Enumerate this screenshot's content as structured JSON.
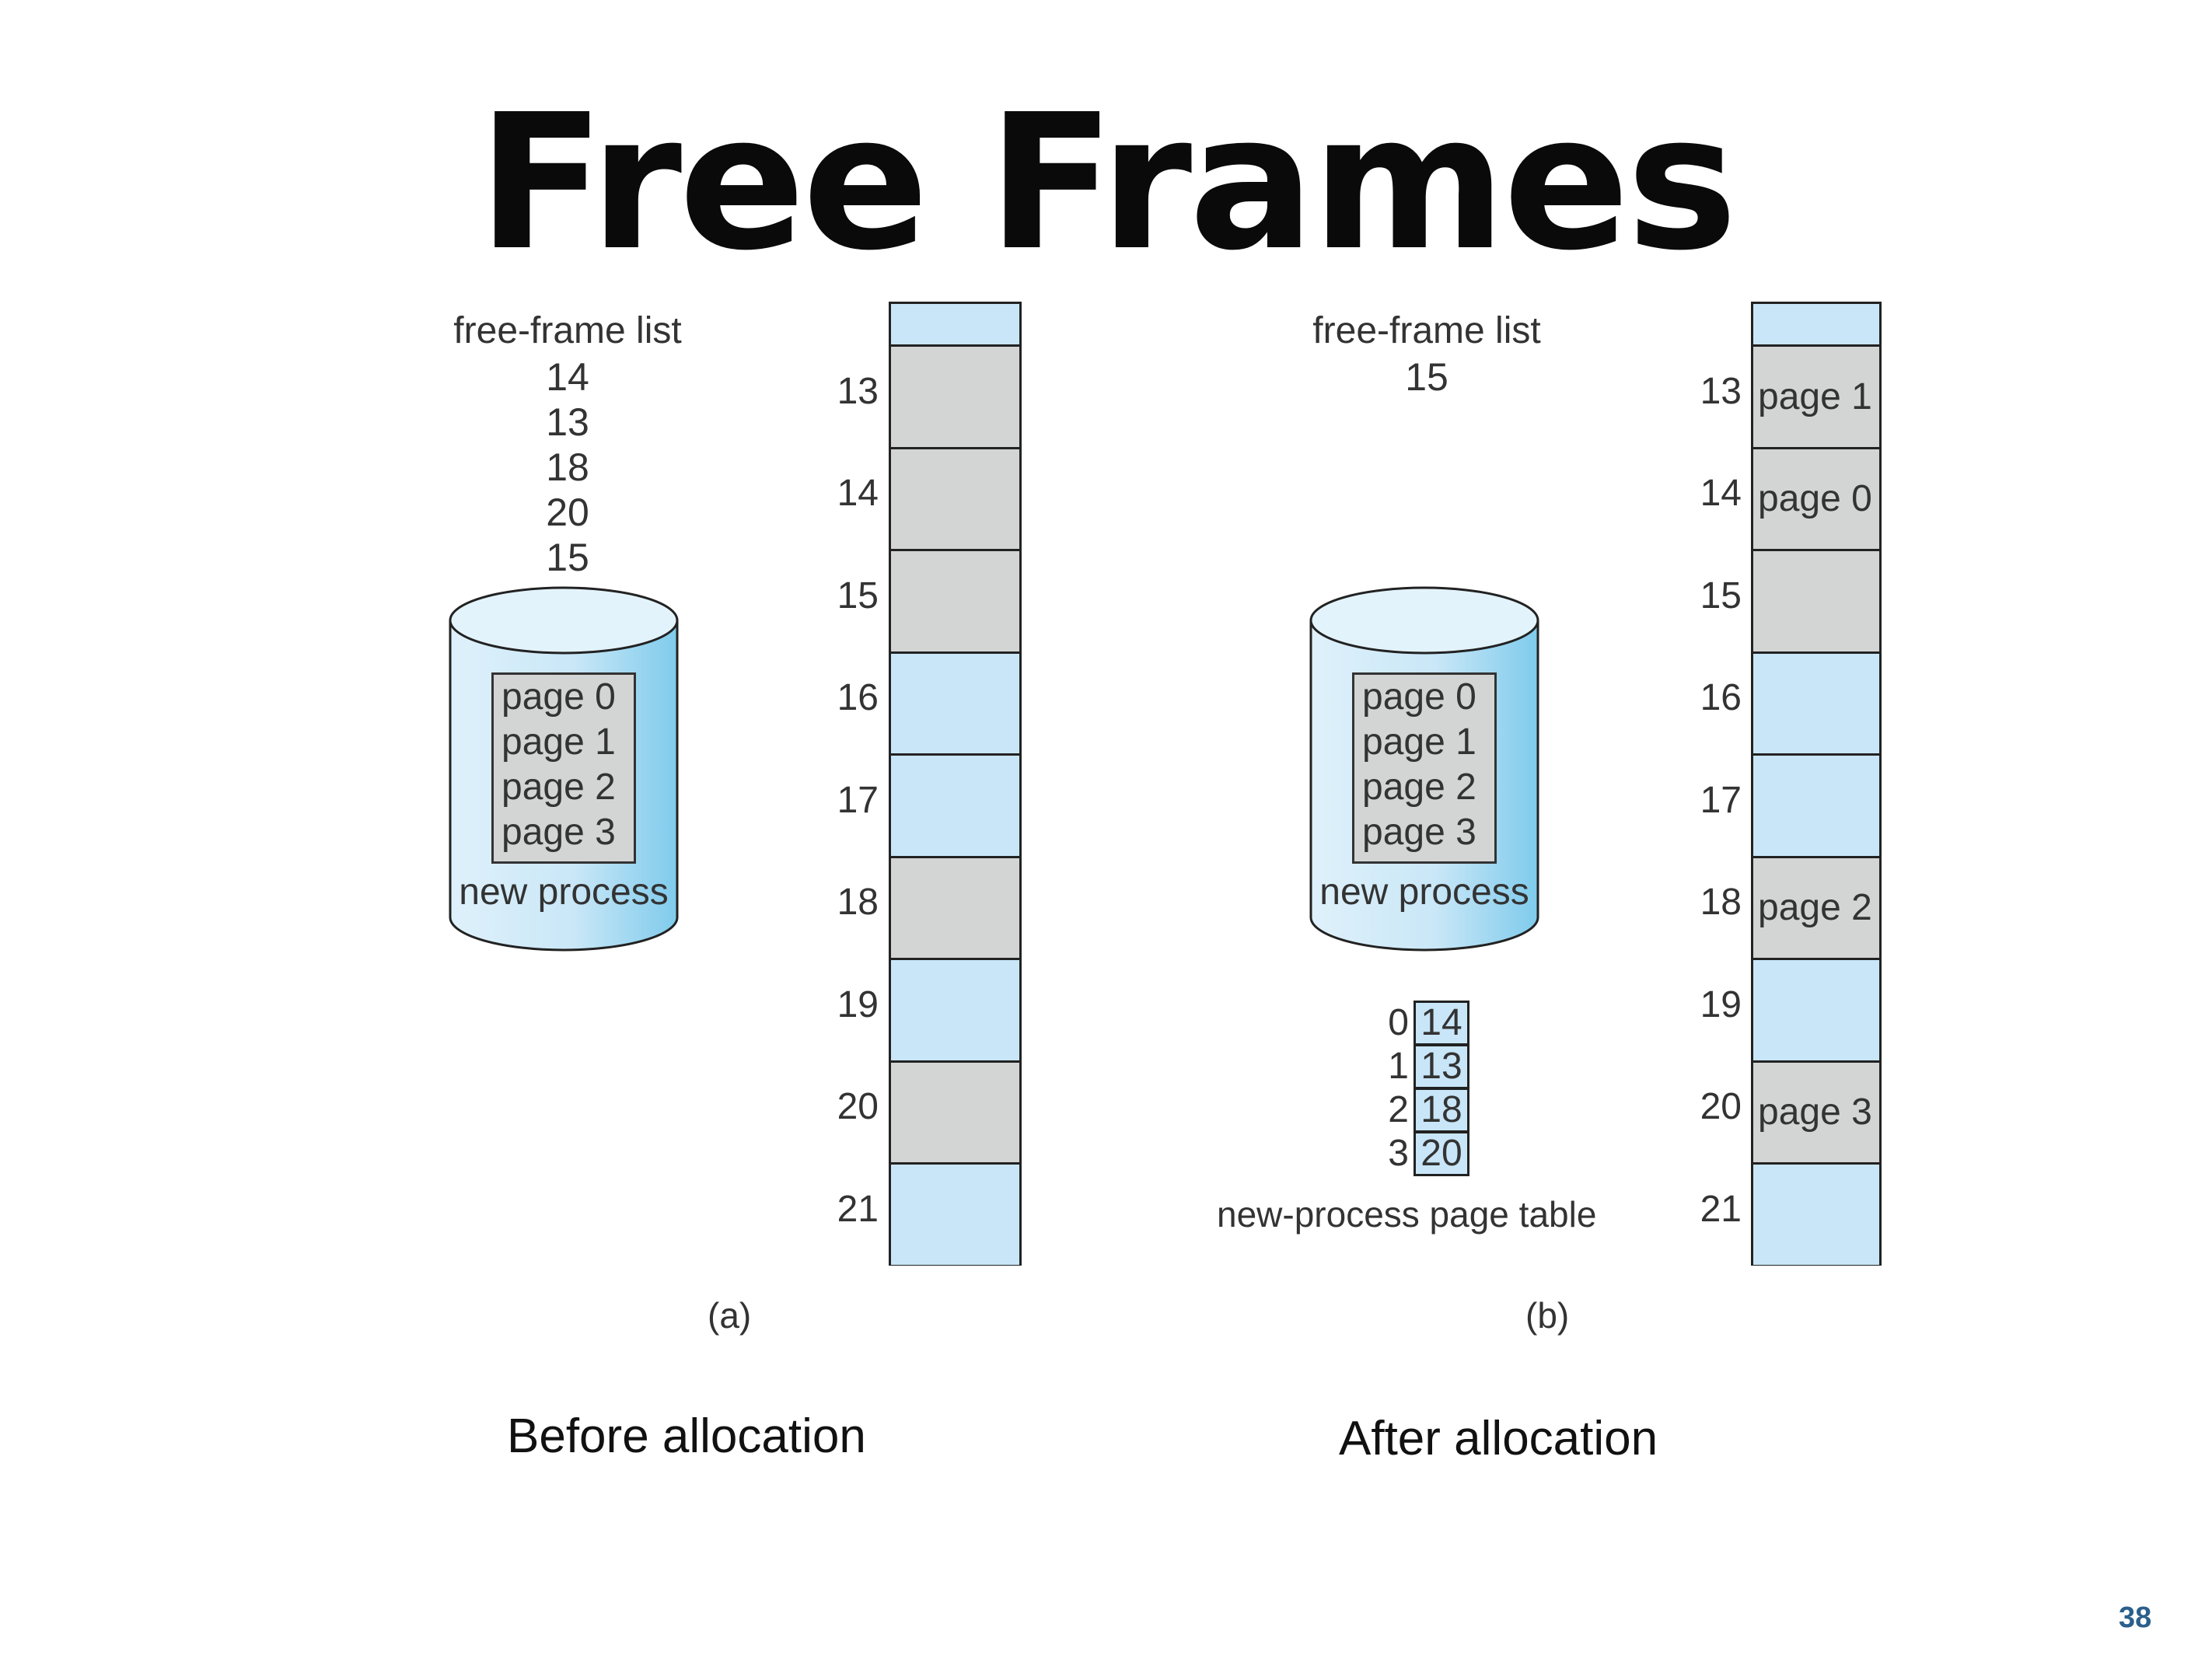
{
  "title": "Free Frames",
  "panel_a": {
    "free_frame_list_label": "free-frame list",
    "free_frame_list": [
      "14",
      "13",
      "18",
      "20",
      "15"
    ],
    "process_pages": [
      "page 0",
      "page 1",
      "page 2",
      "page 3"
    ],
    "process_label": "new process",
    "frames": [
      {
        "num": "13",
        "state": "used",
        "content": ""
      },
      {
        "num": "14",
        "state": "used",
        "content": ""
      },
      {
        "num": "15",
        "state": "used",
        "content": ""
      },
      {
        "num": "16",
        "state": "free",
        "content": ""
      },
      {
        "num": "17",
        "state": "free",
        "content": ""
      },
      {
        "num": "18",
        "state": "used",
        "content": ""
      },
      {
        "num": "19",
        "state": "free",
        "content": ""
      },
      {
        "num": "20",
        "state": "used",
        "content": ""
      },
      {
        "num": "21",
        "state": "free",
        "content": ""
      }
    ],
    "sublabel": "(a)",
    "caption": "Before allocation"
  },
  "panel_b": {
    "free_frame_list_label": "free-frame list",
    "free_frame_list": [
      "15"
    ],
    "process_pages": [
      "page 0",
      "page 1",
      "page 2",
      "page 3"
    ],
    "process_label": "new process",
    "page_table": [
      {
        "index": "0",
        "frame": "14"
      },
      {
        "index": "1",
        "frame": "13"
      },
      {
        "index": "2",
        "frame": "18"
      },
      {
        "index": "3",
        "frame": "20"
      }
    ],
    "page_table_label": "new-process page table",
    "frames": [
      {
        "num": "13",
        "state": "used",
        "content": "page 1"
      },
      {
        "num": "14",
        "state": "used",
        "content": "page 0"
      },
      {
        "num": "15",
        "state": "used",
        "content": ""
      },
      {
        "num": "16",
        "state": "free",
        "content": ""
      },
      {
        "num": "17",
        "state": "free",
        "content": ""
      },
      {
        "num": "18",
        "state": "used",
        "content": "page 2"
      },
      {
        "num": "19",
        "state": "free",
        "content": ""
      },
      {
        "num": "20",
        "state": "used",
        "content": "page 3"
      },
      {
        "num": "21",
        "state": "free",
        "content": ""
      }
    ],
    "sublabel": "(b)",
    "caption": "After allocation"
  },
  "slide_number": "38",
  "colors": {
    "free_frame": "#c8e6f8",
    "used_frame": "#d3d5d5",
    "cylinder_light": "#dff1fb",
    "cylinder_dark": "#7fcbec",
    "slide_number": "#2b5f8c"
  }
}
